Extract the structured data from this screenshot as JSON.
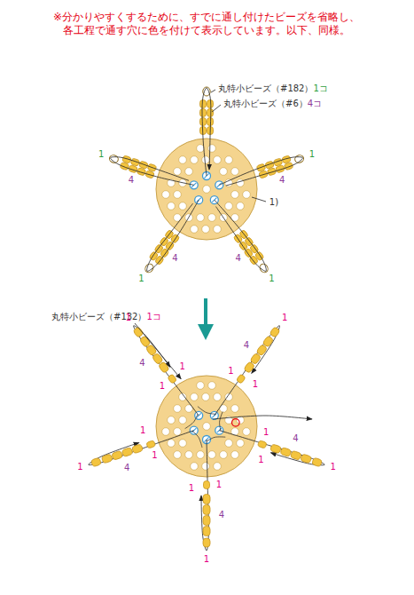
{
  "diagram": {
    "labels": [
      "※分かりやすくするために、すでに通し付けたビーズを省略し、 各工程で通す穴に色を付けて表示しています。以下、同様。",
      "丸特小ビーズ（#182）",
      "1コ",
      "丸特小ビーズ（#6）",
      "4コ",
      "1)",
      "1",
      "4",
      "1",
      "4",
      "1",
      "4",
      "1",
      "4",
      "丸特小ビーズ（#132）",
      "1コ",
      "1",
      "4",
      "1",
      "1",
      "1",
      "4",
      "1",
      "1",
      "1",
      "4",
      "1",
      "1",
      "1",
      "4",
      "1",
      "1",
      "1",
      "4",
      "1",
      "1"
    ]
  }
}
